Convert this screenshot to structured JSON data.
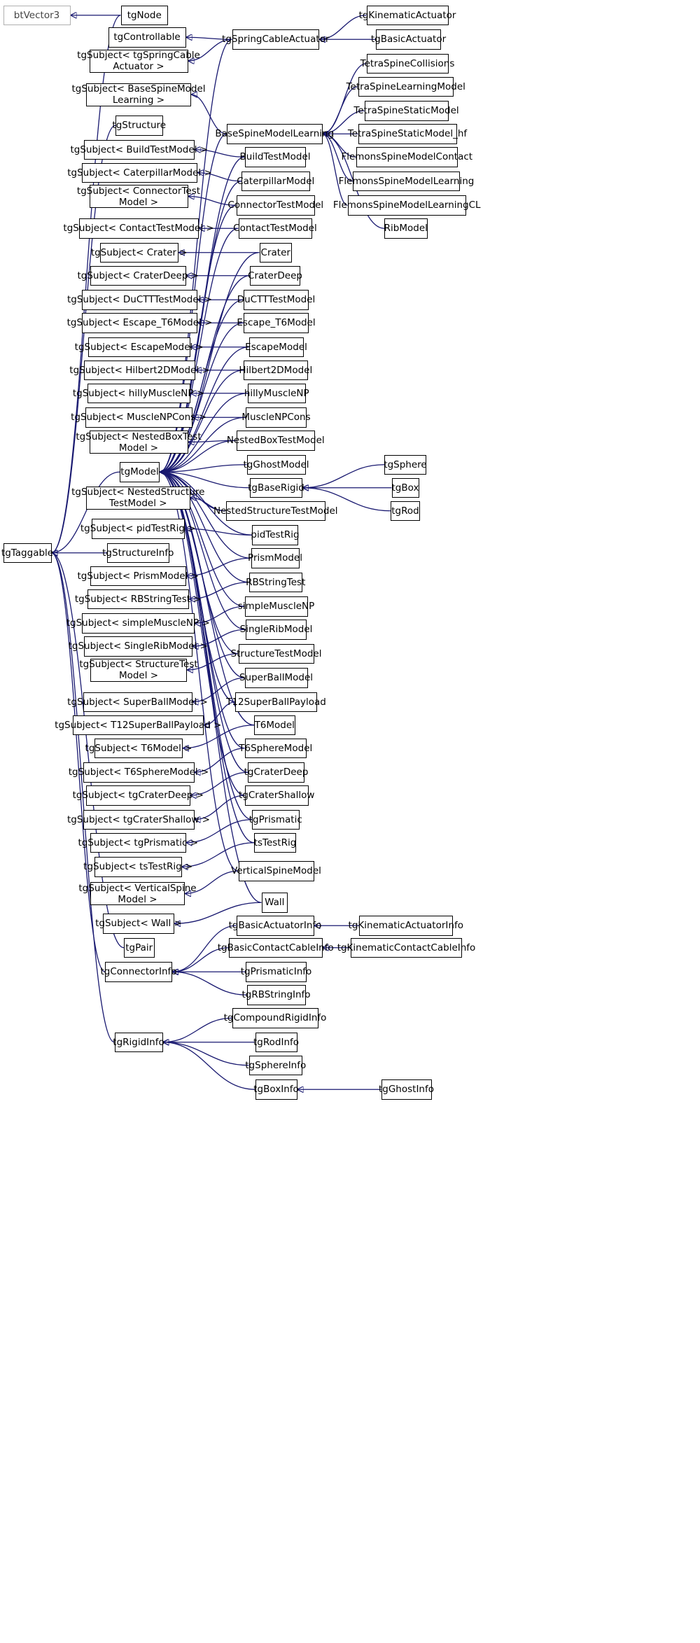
{
  "diagram": {
    "type": "class-inheritance-graph",
    "colors": {
      "edge": "#191970",
      "node_border": "#000000",
      "external_node_border": "#b0b0b0",
      "background": "#ffffff"
    },
    "nodes": [
      {
        "id": "btVector3",
        "label": "btVector3",
        "external": true
      },
      {
        "id": "tgNode",
        "label": "tgNode"
      },
      {
        "id": "tgControllable",
        "label": "tgControllable"
      },
      {
        "id": "tgSpringCableActuator",
        "label": "tgSpringCableActuator"
      },
      {
        "id": "tgKinematicActuator",
        "label": "tgKinematicActuator"
      },
      {
        "id": "tgBasicActuator",
        "label": "tgBasicActuator"
      },
      {
        "id": "sub_tgSpringCableActuator",
        "label": "tgSubject< tgSpringCable\nActuator >"
      },
      {
        "id": "TetraSpineCollisions",
        "label": "TetraSpineCollisions"
      },
      {
        "id": "TetraSpineLearningModel",
        "label": "TetraSpineLearningModel"
      },
      {
        "id": "sub_BaseSpineModelLearning",
        "label": "tgSubject< BaseSpineModel\nLearning >"
      },
      {
        "id": "TetraSpineStaticModel",
        "label": "TetraSpineStaticModel"
      },
      {
        "id": "tgStructure",
        "label": "tgStructure"
      },
      {
        "id": "BaseSpineModelLearning",
        "label": "BaseSpineModelLearning"
      },
      {
        "id": "TetraSpineStaticModel_hf",
        "label": "TetraSpineStaticModel_hf"
      },
      {
        "id": "sub_BuildTestModel",
        "label": "tgSubject< BuildTestModel >"
      },
      {
        "id": "BuildTestModel",
        "label": "BuildTestModel"
      },
      {
        "id": "FlemonsSpineModelContact",
        "label": "FlemonsSpineModelContact"
      },
      {
        "id": "sub_CaterpillarModel",
        "label": "tgSubject< CaterpillarModel >"
      },
      {
        "id": "CaterpillarModel",
        "label": "CaterpillarModel"
      },
      {
        "id": "FlemonsSpineModelLearning",
        "label": "FlemonsSpineModelLearning"
      },
      {
        "id": "sub_ConnectorTestModel",
        "label": "tgSubject< ConnectorTest\nModel >"
      },
      {
        "id": "ConnectorTestModel",
        "label": "ConnectorTestModel"
      },
      {
        "id": "FlemonsSpineModelLearningCL",
        "label": "FlemonsSpineModelLearningCL"
      },
      {
        "id": "sub_ContactTestModel",
        "label": "tgSubject< ContactTestModel >"
      },
      {
        "id": "ContactTestModel",
        "label": "ContactTestModel"
      },
      {
        "id": "RibModel",
        "label": "RibModel"
      },
      {
        "id": "sub_Crater",
        "label": "tgSubject< Crater >"
      },
      {
        "id": "Crater",
        "label": "Crater"
      },
      {
        "id": "sub_CraterDeep",
        "label": "tgSubject< CraterDeep >"
      },
      {
        "id": "CraterDeep",
        "label": "CraterDeep"
      },
      {
        "id": "sub_DuCTTTestModel",
        "label": "tgSubject< DuCTTTestModel >"
      },
      {
        "id": "DuCTTTestModel",
        "label": "DuCTTTestModel"
      },
      {
        "id": "sub_Escape_T6Model",
        "label": "tgSubject< Escape_T6Model >"
      },
      {
        "id": "Escape_T6Model",
        "label": "Escape_T6Model"
      },
      {
        "id": "sub_EscapeModel",
        "label": "tgSubject< EscapeModel >"
      },
      {
        "id": "EscapeModel",
        "label": "EscapeModel"
      },
      {
        "id": "sub_Hilbert2DModel",
        "label": "tgSubject< Hilbert2DModel >"
      },
      {
        "id": "Hilbert2DModel",
        "label": "Hilbert2DModel"
      },
      {
        "id": "sub_hillyMuscleNP",
        "label": "tgSubject< hillyMuscleNP >"
      },
      {
        "id": "hillyMuscleNP",
        "label": "hillyMuscleNP"
      },
      {
        "id": "sub_MuscleNPCons",
        "label": "tgSubject< MuscleNPCons >"
      },
      {
        "id": "MuscleNPCons",
        "label": "MuscleNPCons"
      },
      {
        "id": "sub_NestedBoxTestModel",
        "label": "tgSubject< NestedBoxTest\nModel >"
      },
      {
        "id": "NestedBoxTestModel",
        "label": "NestedBoxTestModel"
      },
      {
        "id": "tgGhostModel",
        "label": "tgGhostModel"
      },
      {
        "id": "tgSphere",
        "label": "tgSphere"
      },
      {
        "id": "tgModel",
        "label": "tgModel"
      },
      {
        "id": "tgBaseRigid",
        "label": "tgBaseRigid"
      },
      {
        "id": "tgBox",
        "label": "tgBox"
      },
      {
        "id": "sub_NestedStructureTestModel",
        "label": "tgSubject< NestedStructure\nTestModel >"
      },
      {
        "id": "NestedStructureTestModel",
        "label": "NestedStructureTestModel"
      },
      {
        "id": "tgRod",
        "label": "tgRod"
      },
      {
        "id": "sub_pidTestRig",
        "label": "tgSubject< pidTestRig >"
      },
      {
        "id": "pidTestRig",
        "label": "pidTestRig"
      },
      {
        "id": "tgTaggable",
        "label": "tgTaggable"
      },
      {
        "id": "tgStructureInfo",
        "label": "tgStructureInfo"
      },
      {
        "id": "PrismModel",
        "label": "PrismModel"
      },
      {
        "id": "sub_PrismModel",
        "label": "tgSubject< PrismModel >"
      },
      {
        "id": "RBStringTest",
        "label": "RBStringTest"
      },
      {
        "id": "sub_RBStringTest",
        "label": "tgSubject< RBStringTest >"
      },
      {
        "id": "simpleMuscleNP",
        "label": "simpleMuscleNP"
      },
      {
        "id": "sub_simpleMuscleNP",
        "label": "tgSubject< simpleMuscleNP >"
      },
      {
        "id": "SingleRibModel",
        "label": "SingleRibModel"
      },
      {
        "id": "sub_SingleRibModel",
        "label": "tgSubject< SingleRibModel >"
      },
      {
        "id": "StructureTestModel",
        "label": "StructureTestModel"
      },
      {
        "id": "sub_StructureTestModel",
        "label": "tgSubject< StructureTest\nModel >"
      },
      {
        "id": "SuperBallModel",
        "label": "SuperBallModel"
      },
      {
        "id": "sub_SuperBallModel",
        "label": "tgSubject< SuperBallModel >"
      },
      {
        "id": "T12SuperBallPayload",
        "label": "T12SuperBallPayload"
      },
      {
        "id": "sub_T12SuperBallPayload",
        "label": "tgSubject< T12SuperBallPayload >"
      },
      {
        "id": "T6Model",
        "label": "T6Model"
      },
      {
        "id": "sub_T6Model",
        "label": "tgSubject< T6Model >"
      },
      {
        "id": "T6SphereModel",
        "label": "T6SphereModel"
      },
      {
        "id": "sub_T6SphereModel",
        "label": "tgSubject< T6SphereModel >"
      },
      {
        "id": "tgCraterDeep",
        "label": "tgCraterDeep"
      },
      {
        "id": "sub_tgCraterDeep",
        "label": "tgSubject< tgCraterDeep >"
      },
      {
        "id": "tgCraterShallow",
        "label": "tgCraterShallow"
      },
      {
        "id": "sub_tgCraterShallow",
        "label": "tgSubject< tgCraterShallow >"
      },
      {
        "id": "tgPrismatic",
        "label": "tgPrismatic"
      },
      {
        "id": "sub_tgPrismatic",
        "label": "tgSubject< tgPrismatic >"
      },
      {
        "id": "tsTestRig",
        "label": "tsTestRig"
      },
      {
        "id": "sub_tsTestRig",
        "label": "tgSubject< tsTestRig >"
      },
      {
        "id": "VerticalSpineModel",
        "label": "VerticalSpineModel"
      },
      {
        "id": "sub_VerticalSpineModel",
        "label": "tgSubject< VerticalSpine\nModel >"
      },
      {
        "id": "Wall",
        "label": "Wall"
      },
      {
        "id": "sub_Wall",
        "label": "tgSubject< Wall >"
      },
      {
        "id": "tgBasicActuatorInfo",
        "label": "tgBasicActuatorInfo"
      },
      {
        "id": "tgKinematicActuatorInfo",
        "label": "tgKinematicActuatorInfo"
      },
      {
        "id": "tgPair",
        "label": "tgPair"
      },
      {
        "id": "tgBasicContactCableInfo",
        "label": "tgBasicContactCableInfo"
      },
      {
        "id": "tgKinematicContactCableInfo",
        "label": "tgKinematicContactCableInfo"
      },
      {
        "id": "tgConnectorInfo",
        "label": "tgConnectorInfo"
      },
      {
        "id": "tgPrismaticInfo",
        "label": "tgPrismaticInfo"
      },
      {
        "id": "tgRBStringInfo",
        "label": "tgRBStringInfo"
      },
      {
        "id": "tgCompoundRigidInfo",
        "label": "tgCompoundRigidInfo"
      },
      {
        "id": "tgRigidInfo",
        "label": "tgRigidInfo"
      },
      {
        "id": "tgRodInfo",
        "label": "tgRodInfo"
      },
      {
        "id": "tgSphereInfo",
        "label": "tgSphereInfo"
      },
      {
        "id": "tgBoxInfo",
        "label": "tgBoxInfo"
      },
      {
        "id": "tgGhostInfo",
        "label": "tgGhostInfo"
      }
    ],
    "edges": [
      [
        "tgNode",
        "btVector3"
      ],
      [
        "tgNode",
        "tgTaggable"
      ],
      [
        "tgSpringCableActuator",
        "tgControllable"
      ],
      [
        "tgSpringCableActuator",
        "sub_tgSpringCableActuator"
      ],
      [
        "tgKinematicActuator",
        "tgSpringCableActuator"
      ],
      [
        "tgBasicActuator",
        "tgSpringCableActuator"
      ],
      [
        "tgSpringCableActuator",
        "tgModel"
      ],
      [
        "TetraSpineCollisions",
        "BaseSpineModelLearning"
      ],
      [
        "TetraSpineLearningModel",
        "BaseSpineModelLearning"
      ],
      [
        "TetraSpineStaticModel",
        "BaseSpineModelLearning"
      ],
      [
        "TetraSpineStaticModel_hf",
        "BaseSpineModelLearning"
      ],
      [
        "FlemonsSpineModelContact",
        "BaseSpineModelLearning"
      ],
      [
        "FlemonsSpineModelLearning",
        "BaseSpineModelLearning"
      ],
      [
        "FlemonsSpineModelLearningCL",
        "BaseSpineModelLearning"
      ],
      [
        "RibModel",
        "BaseSpineModelLearning"
      ],
      [
        "BaseSpineModelLearning",
        "sub_BaseSpineModelLearning"
      ],
      [
        "BaseSpineModelLearning",
        "tgModel"
      ],
      [
        "tgStructure",
        "tgTaggable"
      ],
      [
        "BuildTestModel",
        "sub_BuildTestModel"
      ],
      [
        "BuildTestModel",
        "tgModel"
      ],
      [
        "CaterpillarModel",
        "sub_CaterpillarModel"
      ],
      [
        "CaterpillarModel",
        "tgModel"
      ],
      [
        "ConnectorTestModel",
        "sub_ConnectorTestModel"
      ],
      [
        "ConnectorTestModel",
        "tgModel"
      ],
      [
        "ContactTestModel",
        "sub_ContactTestModel"
      ],
      [
        "ContactTestModel",
        "tgModel"
      ],
      [
        "Crater",
        "sub_Crater"
      ],
      [
        "Crater",
        "tgModel"
      ],
      [
        "CraterDeep",
        "sub_CraterDeep"
      ],
      [
        "CraterDeep",
        "tgModel"
      ],
      [
        "DuCTTTestModel",
        "sub_DuCTTTestModel"
      ],
      [
        "DuCTTTestModel",
        "tgModel"
      ],
      [
        "Escape_T6Model",
        "sub_Escape_T6Model"
      ],
      [
        "Escape_T6Model",
        "tgModel"
      ],
      [
        "EscapeModel",
        "sub_EscapeModel"
      ],
      [
        "EscapeModel",
        "tgModel"
      ],
      [
        "Hilbert2DModel",
        "sub_Hilbert2DModel"
      ],
      [
        "Hilbert2DModel",
        "tgModel"
      ],
      [
        "hillyMuscleNP",
        "sub_hillyMuscleNP"
      ],
      [
        "hillyMuscleNP",
        "tgModel"
      ],
      [
        "MuscleNPCons",
        "sub_MuscleNPCons"
      ],
      [
        "MuscleNPCons",
        "tgModel"
      ],
      [
        "NestedBoxTestModel",
        "sub_NestedBoxTestModel"
      ],
      [
        "NestedBoxTestModel",
        "tgModel"
      ],
      [
        "tgGhostModel",
        "tgModel"
      ],
      [
        "tgBaseRigid",
        "tgModel"
      ],
      [
        "tgSphere",
        "tgBaseRigid"
      ],
      [
        "tgBox",
        "tgBaseRigid"
      ],
      [
        "tgRod",
        "tgBaseRigid"
      ],
      [
        "tgModel",
        "tgTaggable"
      ],
      [
        "NestedStructureTestModel",
        "sub_NestedStructureTestModel"
      ],
      [
        "NestedStructureTestModel",
        "tgModel"
      ],
      [
        "pidTestRig",
        "sub_pidTestRig"
      ],
      [
        "pidTestRig",
        "tgModel"
      ],
      [
        "tgStructureInfo",
        "tgTaggable"
      ],
      [
        "PrismModel",
        "sub_PrismModel"
      ],
      [
        "PrismModel",
        "tgModel"
      ],
      [
        "RBStringTest",
        "sub_RBStringTest"
      ],
      [
        "RBStringTest",
        "tgModel"
      ],
      [
        "simpleMuscleNP",
        "sub_simpleMuscleNP"
      ],
      [
        "simpleMuscleNP",
        "tgModel"
      ],
      [
        "SingleRibModel",
        "sub_SingleRibModel"
      ],
      [
        "SingleRibModel",
        "tgModel"
      ],
      [
        "StructureTestModel",
        "sub_StructureTestModel"
      ],
      [
        "StructureTestModel",
        "tgModel"
      ],
      [
        "SuperBallModel",
        "sub_SuperBallModel"
      ],
      [
        "SuperBallModel",
        "tgModel"
      ],
      [
        "T12SuperBallPayload",
        "sub_T12SuperBallPayload"
      ],
      [
        "T12SuperBallPayload",
        "tgModel"
      ],
      [
        "T6Model",
        "sub_T6Model"
      ],
      [
        "T6Model",
        "tgModel"
      ],
      [
        "T6SphereModel",
        "sub_T6SphereModel"
      ],
      [
        "T6SphereModel",
        "tgModel"
      ],
      [
        "tgCraterDeep",
        "sub_tgCraterDeep"
      ],
      [
        "tgCraterDeep",
        "tgModel"
      ],
      [
        "tgCraterShallow",
        "sub_tgCraterShallow"
      ],
      [
        "tgCraterShallow",
        "tgModel"
      ],
      [
        "tgPrismatic",
        "sub_tgPrismatic"
      ],
      [
        "tgPrismatic",
        "tgModel"
      ],
      [
        "tsTestRig",
        "sub_tsTestRig"
      ],
      [
        "tsTestRig",
        "tgModel"
      ],
      [
        "VerticalSpineModel",
        "sub_VerticalSpineModel"
      ],
      [
        "VerticalSpineModel",
        "tgModel"
      ],
      [
        "Wall",
        "sub_Wall"
      ],
      [
        "Wall",
        "tgModel"
      ],
      [
        "tgPair",
        "tgTaggable"
      ],
      [
        "tgConnectorInfo",
        "tgTaggable"
      ],
      [
        "tgRigidInfo",
        "tgTaggable"
      ],
      [
        "tgBasicActuatorInfo",
        "tgConnectorInfo"
      ],
      [
        "tgKinematicActuatorInfo",
        "tgBasicActuatorInfo"
      ],
      [
        "tgBasicContactCableInfo",
        "tgConnectorInfo"
      ],
      [
        "tgKinematicContactCableInfo",
        "tgBasicContactCableInfo"
      ],
      [
        "tgPrismaticInfo",
        "tgConnectorInfo"
      ],
      [
        "tgRBStringInfo",
        "tgConnectorInfo"
      ],
      [
        "tgCompoundRigidInfo",
        "tgRigidInfo"
      ],
      [
        "tgRodInfo",
        "tgRigidInfo"
      ],
      [
        "tgSphereInfo",
        "tgRigidInfo"
      ],
      [
        "tgBoxInfo",
        "tgRigidInfo"
      ],
      [
        "tgGhostInfo",
        "tgBoxInfo"
      ]
    ]
  }
}
